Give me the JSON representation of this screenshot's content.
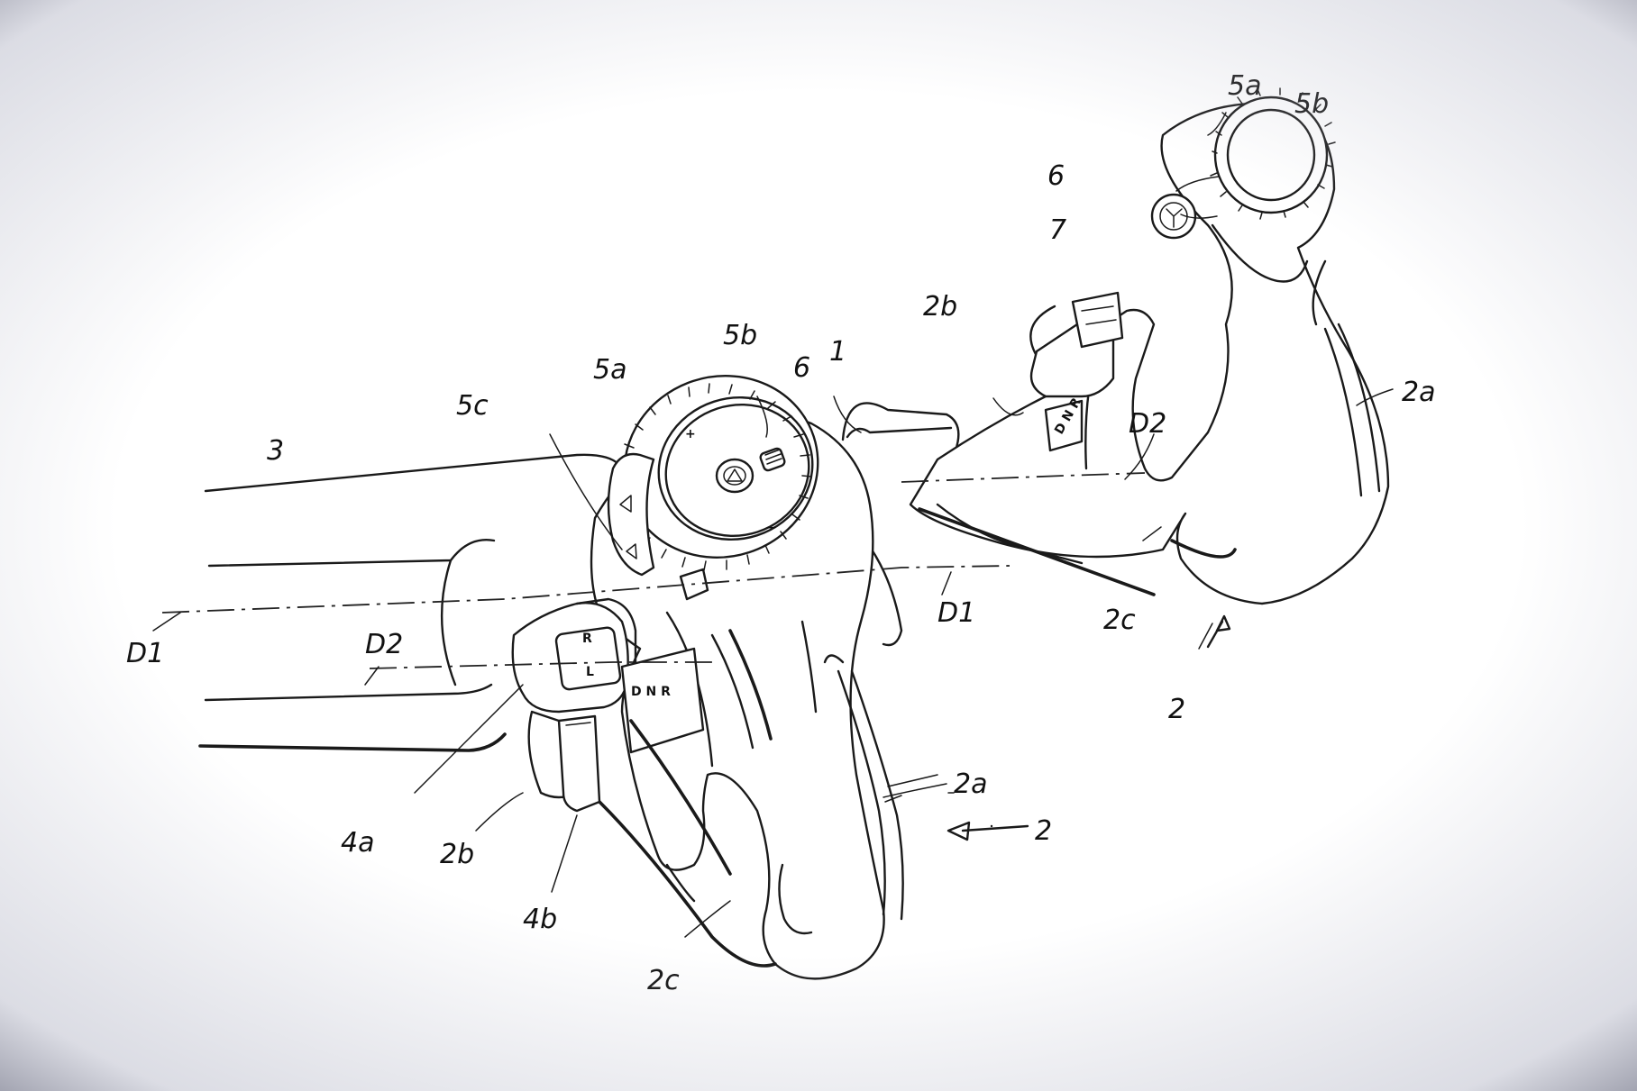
{
  "labels": {
    "one": "1",
    "two_left": "2",
    "two_right": "2",
    "two_a_left": "2a",
    "two_a_right": "2a",
    "two_b_left": "2b",
    "two_b_right": "2b",
    "two_c_left": "2c",
    "two_c_right": "2c",
    "three": "3",
    "four_a": "4a",
    "four_b": "4b",
    "five_a_left": "5a",
    "five_a_right": "5a",
    "five_b_left": "5b",
    "five_b_right": "5b",
    "five_c": "5c",
    "six_left": "6",
    "six_right": "6",
    "seven": "7",
    "d1_left": "D1",
    "d1_right": "D1",
    "d2_left": "D2",
    "d2_right": "D2"
  },
  "button_symbols": {
    "dnr_left": "D N R",
    "dnr_right": "D N R",
    "r": "R",
    "l": "L",
    "plus": "+",
    "minus": "−"
  },
  "colors": {
    "line": "#1a1a1a",
    "paper": "#ffffff",
    "vignette": "#787a8c"
  }
}
